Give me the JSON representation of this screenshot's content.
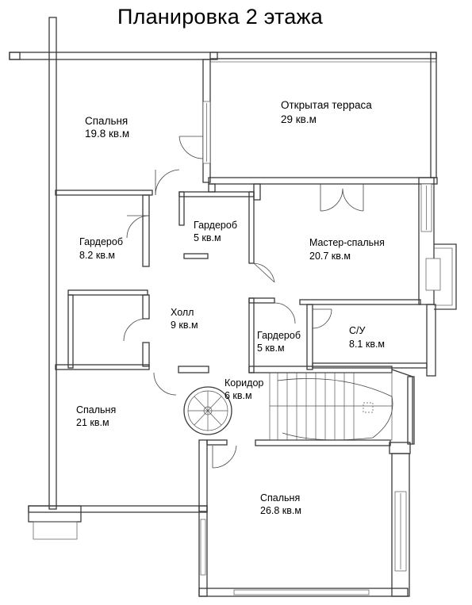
{
  "title": "Планировка 2 этажа",
  "rooms": [
    {
      "id": "bedroom-1",
      "name": "Спальня",
      "area": "19.8 кв.м"
    },
    {
      "id": "terrace",
      "name": "Открытая терраса",
      "area": "29 кв.м"
    },
    {
      "id": "wardrobe-1",
      "name": "Гардероб",
      "area": "8.2 кв.м"
    },
    {
      "id": "wardrobe-2",
      "name": "Гардероб",
      "area": "5 кв.м"
    },
    {
      "id": "master-bedroom",
      "name": "Мастер-спальня",
      "area": "20.7 кв.м"
    },
    {
      "id": "hall",
      "name": "Холл",
      "area": "9 кв.м"
    },
    {
      "id": "wardrobe-3",
      "name": "Гардероб",
      "area": "5 кв.м"
    },
    {
      "id": "bathroom",
      "name": "С/У",
      "area": "8.1 кв.м"
    },
    {
      "id": "corridor",
      "name": "Коридор",
      "area": "6 кв.м"
    },
    {
      "id": "bedroom-2",
      "name": "Спальня",
      "area": "21 кв.м"
    },
    {
      "id": "bedroom-3",
      "name": "Спальня",
      "area": "26.8 кв.м"
    }
  ]
}
